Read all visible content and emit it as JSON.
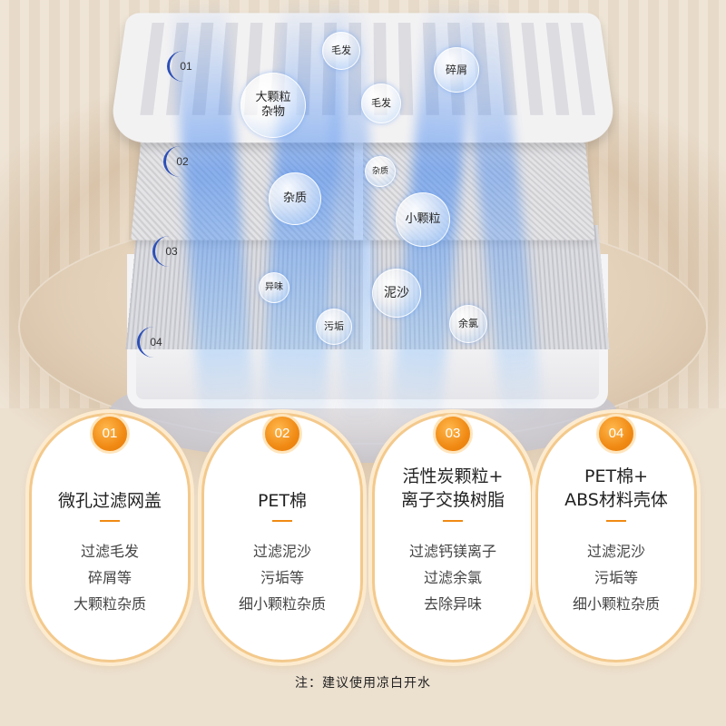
{
  "layer_numbers": [
    "01",
    "02",
    "03",
    "04"
  ],
  "bubbles": {
    "maofa_top": "毛发",
    "suixie": "碎屑",
    "dakeli": "大颗粒杂物",
    "maofa_mid": "毛发",
    "zazhi_small": "杂质",
    "zazhi": "杂质",
    "xiaokeli": "小颗粒",
    "yiwei": "异味",
    "nisha": "泥沙",
    "wugou": "污垢",
    "yulv": "余氯"
  },
  "cards": [
    {
      "badge": "01",
      "title_lines": [
        "微孔过滤网盖"
      ],
      "desc_lines": [
        "过滤毛发",
        "碎屑等",
        "大颗粒杂质"
      ]
    },
    {
      "badge": "02",
      "title_lines": [
        "PET棉"
      ],
      "desc_lines": [
        "过滤泥沙",
        "污垢等",
        "细小颗粒杂质"
      ]
    },
    {
      "badge": "03",
      "title_lines": [
        "活性炭颗粒+",
        "离子交换树脂"
      ],
      "desc_lines": [
        "过滤钙镁离子",
        "过滤余氯",
        "去除异味"
      ]
    },
    {
      "badge": "04",
      "title_lines": [
        "PET棉+",
        "ABS材料壳体"
      ],
      "desc_lines": [
        "过滤泥沙",
        "污垢等",
        "细小颗粒杂质"
      ]
    }
  ],
  "note": "注：建议使用凉白开水",
  "colors": {
    "accent": "#f08a14",
    "card_border": "#f3c98c",
    "beam": "#3c82f0"
  }
}
